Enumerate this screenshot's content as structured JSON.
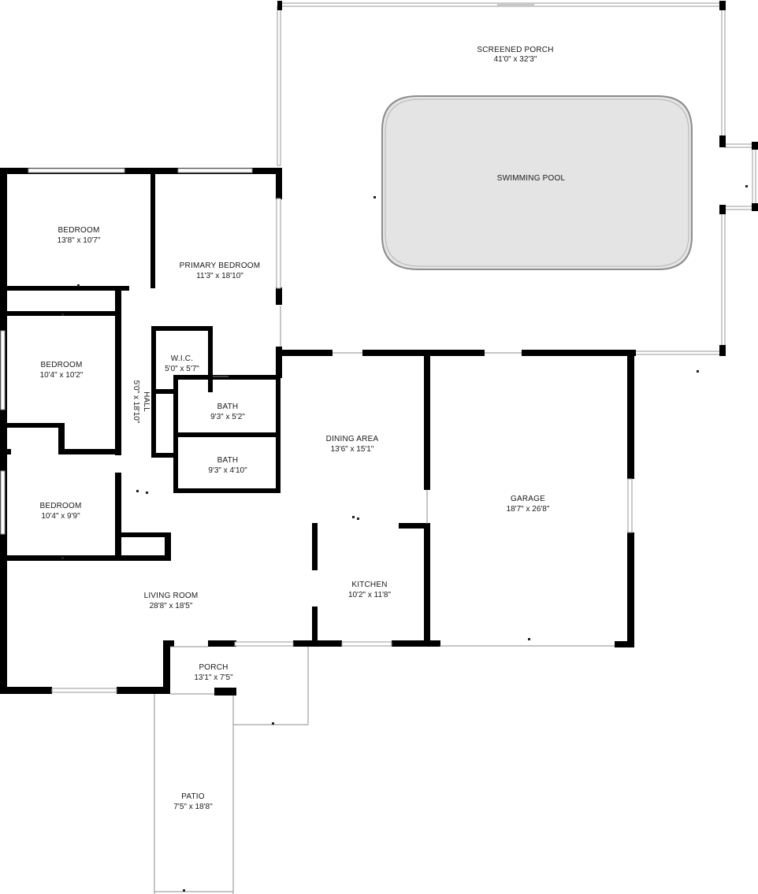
{
  "rooms": {
    "screened_porch": {
      "name": "SCREENED PORCH",
      "dim": "41'0\" x 32'3\""
    },
    "swimming_pool": {
      "name": "SWIMMING POOL"
    },
    "bedroom1": {
      "name": "BEDROOM",
      "dim": "13'8\" x 10'7\""
    },
    "primary_bedroom": {
      "name": "PRIMARY BEDROOM",
      "dim": "11'3\" x 18'10\""
    },
    "bedroom2": {
      "name": "BEDROOM",
      "dim": "10'4\" x 10'2\""
    },
    "wic": {
      "name": "W.I.C.",
      "dim": "5'0\" x 5'7\""
    },
    "bath1": {
      "name": "BATH",
      "dim": "9'3\" x 5'2\""
    },
    "bath2": {
      "name": "BATH",
      "dim": "9'3\" x 4'10\""
    },
    "hall": {
      "name": "HALL",
      "dim": "5'0\" x 18'10\""
    },
    "dining_area": {
      "name": "DINING AREA",
      "dim": "13'6\" x 15'1\""
    },
    "garage": {
      "name": "GARAGE",
      "dim": "18'7\" x 26'8\""
    },
    "bedroom3": {
      "name": "BEDROOM",
      "dim": "10'4\" x 9'9\""
    },
    "living_room": {
      "name": "LIVING ROOM",
      "dim": "28'8\" x 18'5\""
    },
    "kitchen": {
      "name": "KITCHEN",
      "dim": "10'2\" x 11'8\""
    },
    "porch": {
      "name": "PORCH",
      "dim": "13'1\" x 7'5\""
    },
    "patio": {
      "name": "PATIO",
      "dim": "7'5\" x 18'8\""
    }
  },
  "colors": {
    "wall": "#000000",
    "pool_fill": "#e3e4e3",
    "pool_outline": "#8c8c8c",
    "background": "#ffffff"
  }
}
